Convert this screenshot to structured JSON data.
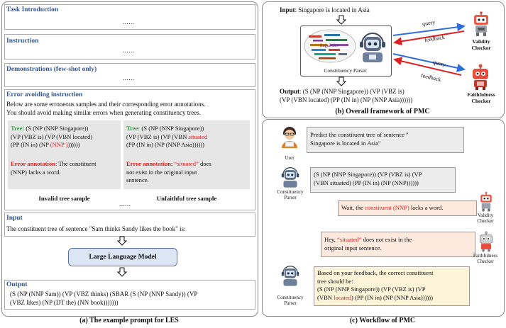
{
  "left": {
    "task_intro": "Task Introduction",
    "instruction": "Instruction",
    "demonstrations": "Demonstrations (few-shot only)",
    "ellipsis": "......",
    "error_title": "Error avoiding instruction",
    "error_line1": "Below are some erroneous samples and their corresponding error annotations.",
    "error_line2": "You should avoid  making similar errors when generating constituency trees.",
    "sample1": {
      "tree_label": "Tree:",
      "tree_a": " (S (NP (NNP Singapore))",
      "tree_b": "(VP (VBZ is) (VP (VBN located)",
      "tree_c": "(PP (IN in) (NP ",
      "tree_c_red": "(NNP )",
      "tree_c_end": "))))))",
      "ann_label": "Error annotation",
      "ann_a": ": The constituent",
      "ann_b": "(NNP) lacks a word.",
      "caption": "Invalid tree sample"
    },
    "sample2": {
      "tree_label": "Tree:",
      "tree_a": " (S (NP (NNP Singapore))",
      "tree_b_pre": "(VP (VBZ is) (VP (VBN ",
      "tree_b_red": "situated",
      "tree_c": "(PP (IN in) (NP (NNP Asia))))))",
      "ann_label": "Error annotation",
      "ann_a_pre": ": ",
      "ann_a_red": "“situated”",
      "ann_a_post": " does",
      "ann_b": "not exist in the original input",
      "ann_c": "sentence.",
      "caption": "Unfaithful tree sample"
    },
    "input_title": "Input",
    "input_text": "The constituent tree of sentence \"Sam thinks Sandy likes the book\" is:",
    "llm": "Large Language Model",
    "output_title": "Output",
    "output_line1": "(S (NP (NNP Sam)) (VP (VBZ thinks) (SBAR (S (NP (NNP Sandy)) (VP",
    "output_line2": "(VBZ likes) (NP (DT the) (NN book)))))))",
    "caption": "(a) The example prompt for LES"
  },
  "top_right": {
    "input_label": "Input",
    "input_text": ": Singapore is located in Asia",
    "parser_label": "Constituency Parser",
    "query1": "query",
    "feedback1": "feedback",
    "query2": "query",
    "feedback2": "feedback",
    "validity": "Validity\nChecker",
    "faithfulness": "Faithfulness\nChecker",
    "cloud_word": "linguistics",
    "output_label": "Output",
    "output_line1": ": (S (NP (NNP Singapore)) (VP (VBZ is)",
    "output_line2": "(VP (VBN located) (PP (IN in) (NP (NNP Asia))))))",
    "caption": "(b) Overall framework of PMC"
  },
  "bottom_right": {
    "user_label": "User",
    "user_msg_1": "Predict the constituent tree of sentence \"",
    "user_msg_2": "Singapore is located in Asia\"",
    "parser_label": "Constituency\nParser",
    "parser_msg_1": "(S (NP (NNP Singapore)) (VP (VBZ is) (VP",
    "parser_msg_2": "(VBN situated) (PP (IN in) (NP (NNP))))))",
    "validity_msg_pre": "Wait, the ",
    "validity_msg_red": "constituent (NNP)",
    "validity_msg_post": " lacks a word.",
    "validity_label": "Validity\nChecker",
    "faith_msg_pre": "Hey, ",
    "faith_msg_red": "“situated”",
    "faith_msg_post": " does not exist in the",
    "faith_msg_2": "original input sentence.",
    "faith_label": "Faithfulness\nChecker",
    "final_1": "Based on your feedback, the correct constituent",
    "final_2": "tree should be:",
    "final_3": "(S (NP (NNP Singapore)) (VP (VBZ is) (VP",
    "final_4_pre": "(VBN ",
    "final_4_red": "located",
    "final_4_post": ") (PP (IN in) (NP (NNP Asia))))))",
    "parser_label2": "Constituency\nParser",
    "caption": "(c) Workflow of PMC"
  },
  "colors": {
    "section_title": "#2f5597",
    "tree_label": "#2e9e3e",
    "error": "#e02020",
    "llm_fill": "#dbe5f4",
    "arrow_blue": "#2f6ddb",
    "arrow_red": "#e02020"
  }
}
